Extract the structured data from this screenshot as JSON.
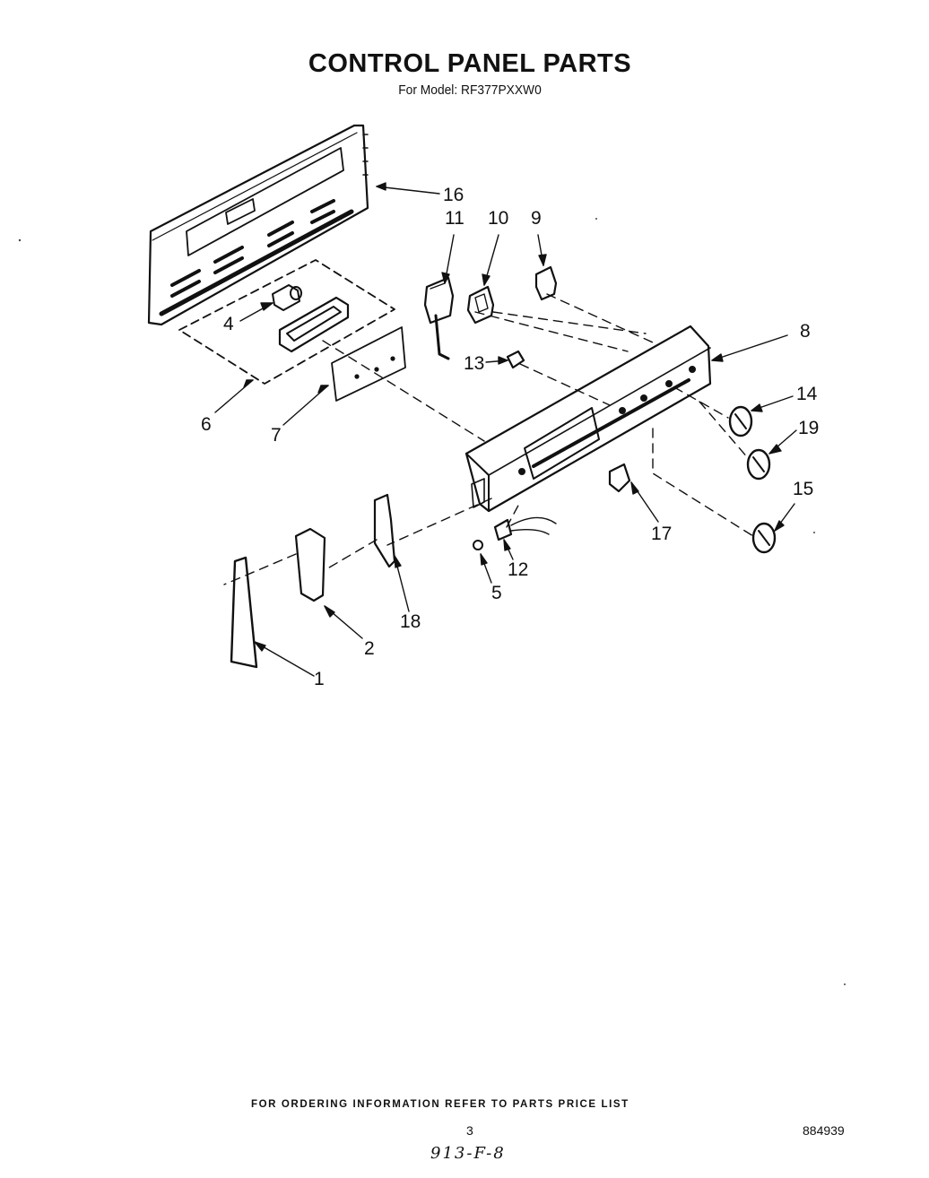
{
  "header": {
    "title": "CONTROL PANEL PARTS",
    "model_line": "For Model: RF377PXXW0"
  },
  "callouts": [
    "16",
    "11",
    "10",
    "9",
    "4",
    "8",
    "13",
    "14",
    "6",
    "7",
    "19",
    "17",
    "15",
    "12",
    "5",
    "18",
    "2",
    "1"
  ],
  "footer": {
    "ordering_note": "FOR ORDERING INFORMATION REFER TO PARTS PRICE LIST",
    "page_number": "3",
    "document_number": "884939",
    "handwritten_code": "913-F-8"
  }
}
